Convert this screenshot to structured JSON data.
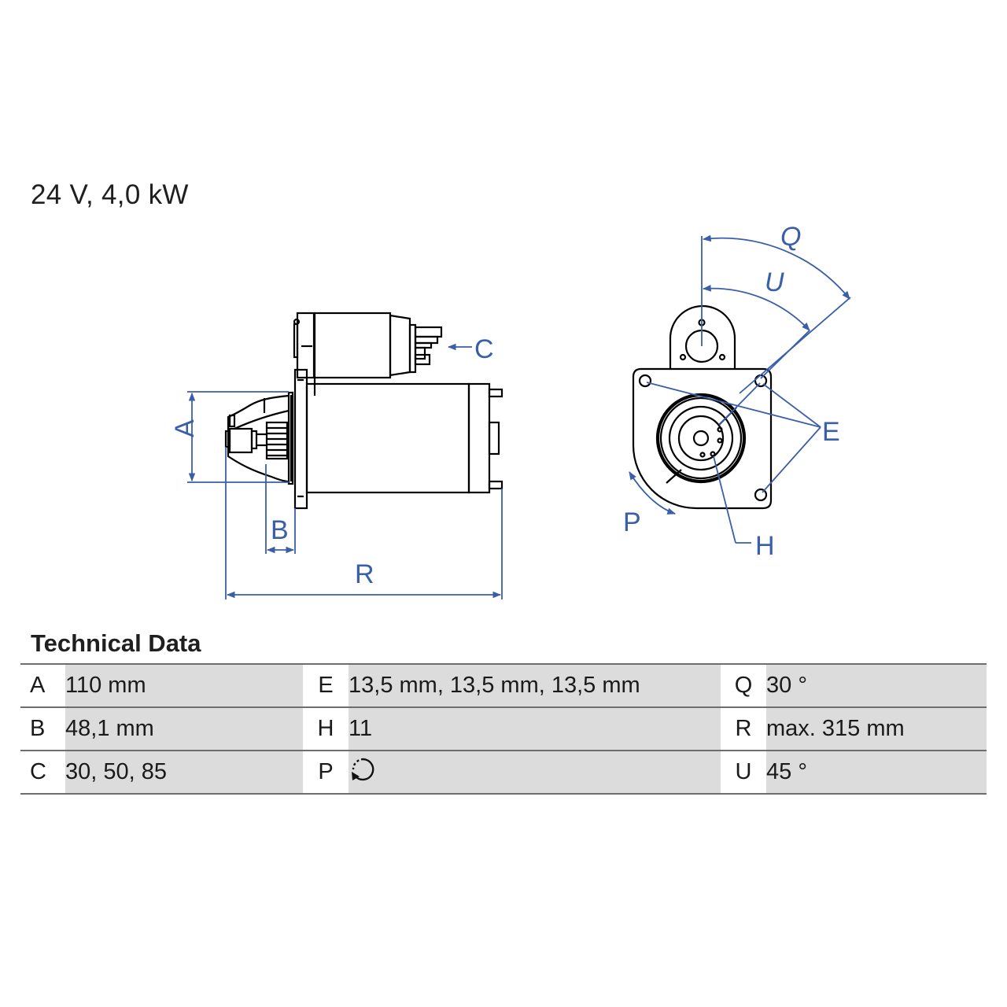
{
  "header": {
    "title": "24 V, 4,0 kW"
  },
  "drawing": {
    "line_color": "#000000",
    "dimension_color": "#3a5fa8",
    "side_view_labels": {
      "A": "A",
      "B": "B",
      "C": "C",
      "R": "R"
    },
    "front_view_labels": {
      "Q": "Q",
      "U": "U",
      "E": "E",
      "P": "P",
      "H": "H"
    }
  },
  "technical_data": {
    "title": "Technical Data",
    "rows": [
      [
        {
          "key": "A",
          "value": "110 mm"
        },
        {
          "key": "E",
          "value": "13,5 mm, 13,5 mm, 13,5 mm"
        },
        {
          "key": "Q",
          "value": "30 °"
        }
      ],
      [
        {
          "key": "B",
          "value": "48,1 mm"
        },
        {
          "key": "H",
          "value": "11"
        },
        {
          "key": "R",
          "value": "max. 315 mm"
        }
      ],
      [
        {
          "key": "C",
          "value": "30, 50, 85"
        },
        {
          "key": "P",
          "value": "",
          "icon": "counterclockwise-rotation-icon"
        },
        {
          "key": "U",
          "value": "45 °"
        }
      ]
    ],
    "colors": {
      "value_cell_bg": "#dcdcdd",
      "rule": "#6e6e6e"
    }
  }
}
